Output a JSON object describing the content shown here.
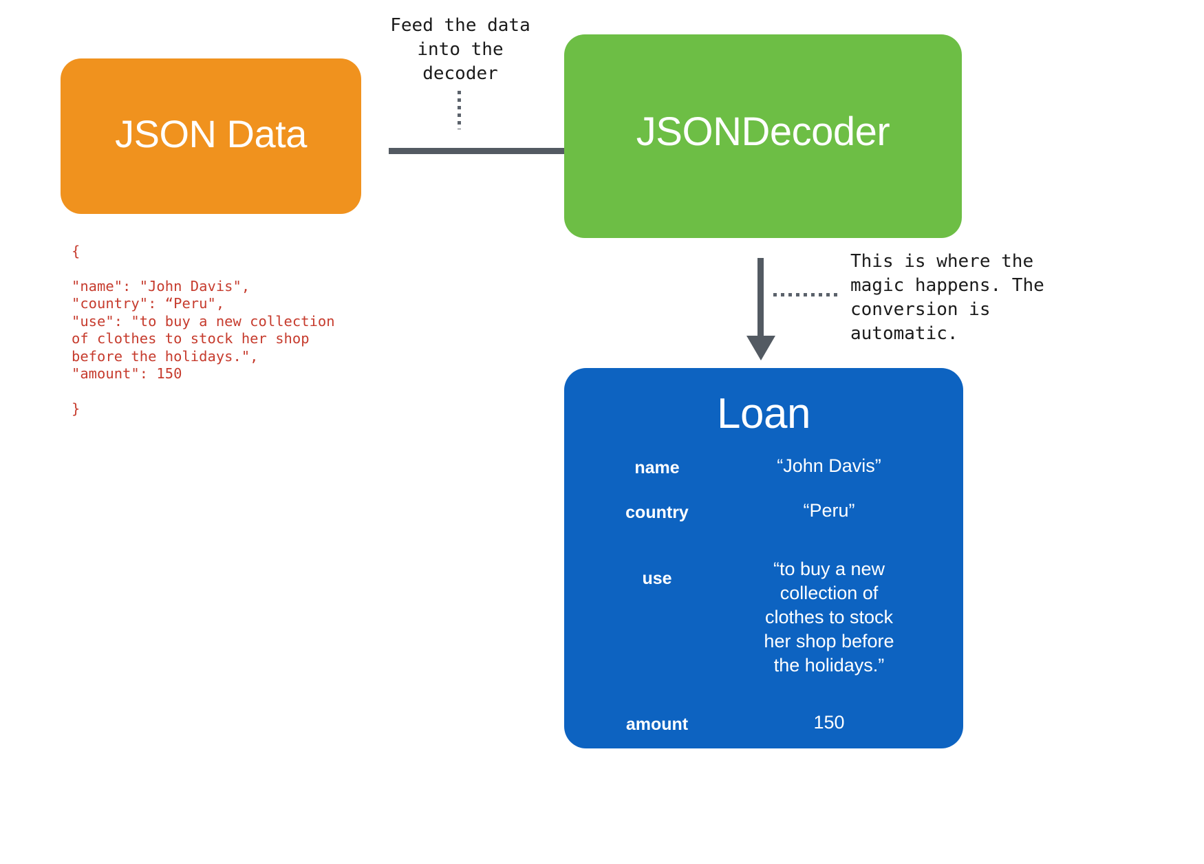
{
  "diagram": {
    "title": "JSON decoding flow",
    "colors": {
      "json_box": "#F0921E",
      "decoder_box": "#6DBE45",
      "loan_box": "#0D63C1",
      "code_text": "#C63B2D",
      "connector": "#535A62",
      "annotation_text": "#1b1b1b"
    }
  },
  "json_box": {
    "title": "JSON Data",
    "code": "{\n\n\"name\": \"John Davis\",\n\"country\": “Peru\",\n\"use\": \"to buy a new collection\nof clothes to stock her shop\nbefore the holidays.\",\n\"amount\": 150\n\n}"
  },
  "decoder_box": {
    "title": "JSONDecoder"
  },
  "annotations": {
    "feed": "Feed the data\ninto the\ndecoder",
    "magic": "This is where the\nmagic happens. The\nconversion is\nautomatic."
  },
  "loan_box": {
    "title": "Loan",
    "properties": [
      {
        "key": "name",
        "value": "“John Davis”"
      },
      {
        "key": "country",
        "value": "“Peru”"
      },
      {
        "key": "use",
        "value": "“to buy a new\ncollection of\nclothes to stock\nher shop before\nthe holidays.”"
      },
      {
        "key": "amount",
        "value": "150"
      }
    ]
  }
}
